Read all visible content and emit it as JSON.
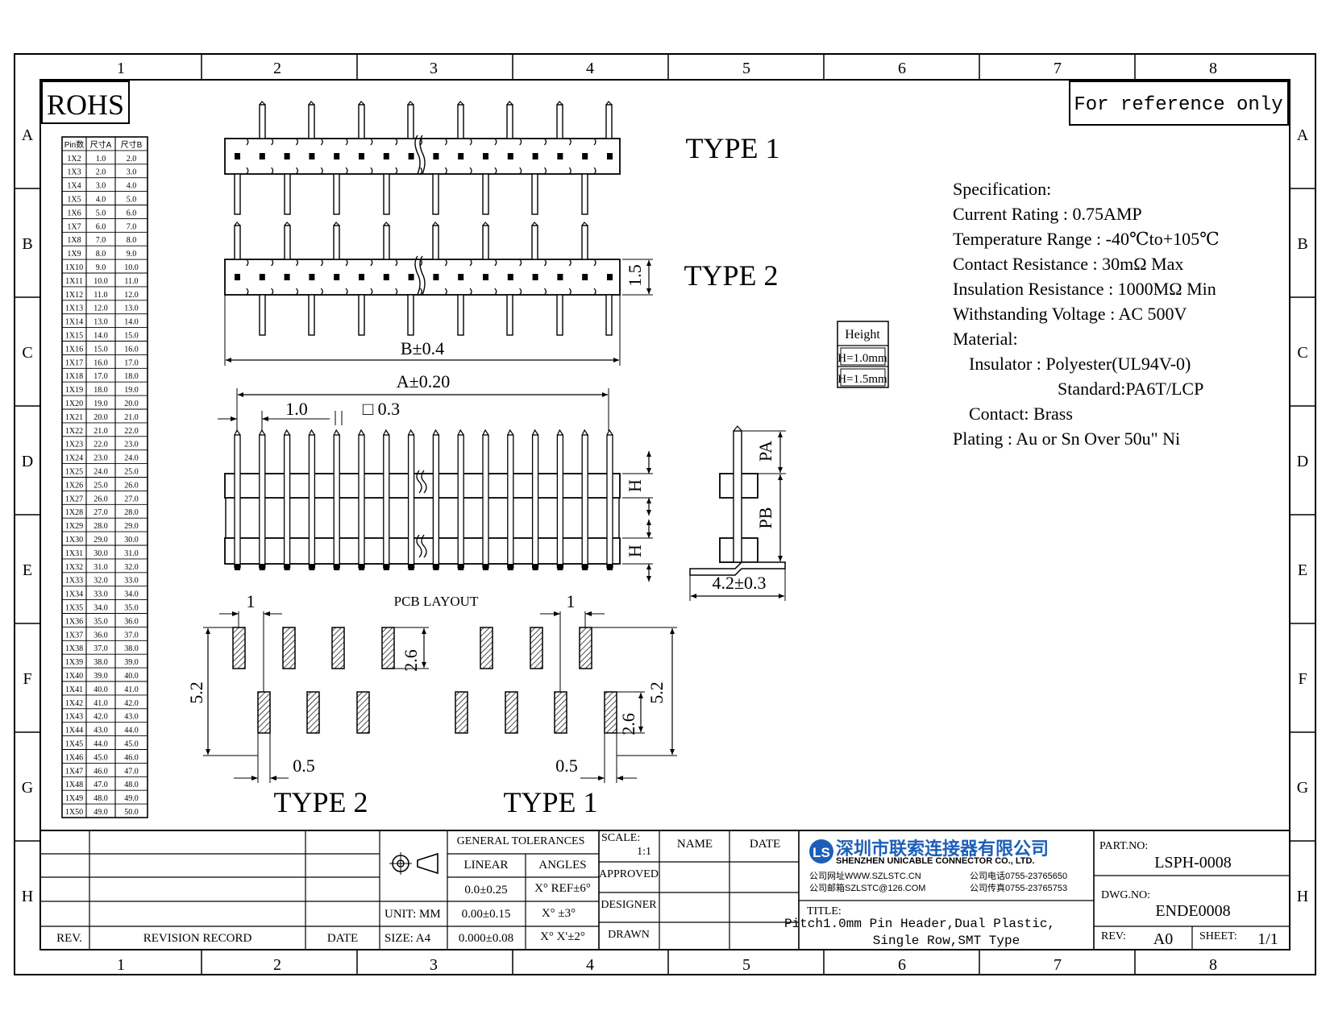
{
  "zones": {
    "columns": [
      "1",
      "2",
      "3",
      "4",
      "5",
      "6",
      "7",
      "8"
    ],
    "rows": [
      "A",
      "B",
      "C",
      "D",
      "E",
      "F",
      "G",
      "H"
    ]
  },
  "rohs": "ROHS",
  "reference_note": "For reference only",
  "pin_table": {
    "headers": [
      "Pin数",
      "尺寸A",
      "尺寸B"
    ],
    "rows": [
      [
        "1X2",
        "1.0",
        "2.0"
      ],
      [
        "1X3",
        "2.0",
        "3.0"
      ],
      [
        "1X4",
        "3.0",
        "4.0"
      ],
      [
        "1X5",
        "4.0",
        "5.0"
      ],
      [
        "1X6",
        "5.0",
        "6.0"
      ],
      [
        "1X7",
        "6.0",
        "7.0"
      ],
      [
        "1X8",
        "7.0",
        "8.0"
      ],
      [
        "1X9",
        "8.0",
        "9.0"
      ],
      [
        "1X10",
        "9.0",
        "10.0"
      ],
      [
        "1X11",
        "10.0",
        "11.0"
      ],
      [
        "1X12",
        "11.0",
        "12.0"
      ],
      [
        "1X13",
        "12.0",
        "13.0"
      ],
      [
        "1X14",
        "13.0",
        "14.0"
      ],
      [
        "1X15",
        "14.0",
        "15.0"
      ],
      [
        "1X16",
        "15.0",
        "16.0"
      ],
      [
        "1X17",
        "16.0",
        "17.0"
      ],
      [
        "1X18",
        "17.0",
        "18.0"
      ],
      [
        "1X19",
        "18.0",
        "19.0"
      ],
      [
        "1X20",
        "19.0",
        "20.0"
      ],
      [
        "1X21",
        "20.0",
        "21.0"
      ],
      [
        "1X22",
        "21.0",
        "22.0"
      ],
      [
        "1X23",
        "22.0",
        "23.0"
      ],
      [
        "1X24",
        "23.0",
        "24.0"
      ],
      [
        "1X25",
        "24.0",
        "25.0"
      ],
      [
        "1X26",
        "25.0",
        "26.0"
      ],
      [
        "1X27",
        "26.0",
        "27.0"
      ],
      [
        "1X28",
        "27.0",
        "28.0"
      ],
      [
        "1X29",
        "28.0",
        "29.0"
      ],
      [
        "1X30",
        "29.0",
        "30.0"
      ],
      [
        "1X31",
        "30.0",
        "31.0"
      ],
      [
        "1X32",
        "31.0",
        "32.0"
      ],
      [
        "1X33",
        "32.0",
        "33.0"
      ],
      [
        "1X34",
        "33.0",
        "34.0"
      ],
      [
        "1X35",
        "34.0",
        "35.0"
      ],
      [
        "1X36",
        "35.0",
        "36.0"
      ],
      [
        "1X37",
        "36.0",
        "37.0"
      ],
      [
        "1X38",
        "37.0",
        "38.0"
      ],
      [
        "1X39",
        "38.0",
        "39.0"
      ],
      [
        "1X40",
        "39.0",
        "40.0"
      ],
      [
        "1X41",
        "40.0",
        "41.0"
      ],
      [
        "1X42",
        "41.0",
        "42.0"
      ],
      [
        "1X43",
        "42.0",
        "43.0"
      ],
      [
        "1X44",
        "43.0",
        "44.0"
      ],
      [
        "1X45",
        "44.0",
        "45.0"
      ],
      [
        "1X46",
        "45.0",
        "46.0"
      ],
      [
        "1X47",
        "46.0",
        "47.0"
      ],
      [
        "1X48",
        "47.0",
        "48.0"
      ],
      [
        "1X49",
        "48.0",
        "49.0"
      ],
      [
        "1X50",
        "49.0",
        "50.0"
      ]
    ]
  },
  "views": {
    "type1_label": "TYPE 1",
    "type2_label": "TYPE 2",
    "dim_b": "B±0.4",
    "dim_a": "A±0.20",
    "dim_pitch": "1.0",
    "dim_pin": "□ 0.3",
    "dim_height": "1.5",
    "dim_h1": "H",
    "dim_h2": "H",
    "dim_pa": "PA",
    "dim_pb": "PB",
    "dim_width": "4.2±0.3",
    "pcb_layout": "PCB LAYOUT",
    "pcb_type2_label": "TYPE 2",
    "pcb_type1_label": "TYPE 1",
    "pcb_pitch": "1",
    "pcb_pad_len": "2.6",
    "pcb_span": "5.2",
    "pcb_pad_w": "0.5"
  },
  "height_table": {
    "header": "Height",
    "rows": [
      "H=1.0mm",
      "H=1.5mm"
    ]
  },
  "specification": {
    "lines": [
      "Specification:",
      "Current Rating : 0.75AMP",
      "Temperature Range : -40℃to+105℃",
      "Contact Resistance : 30mΩ Max",
      "Insulation Resistance : 1000MΩ Min",
      "Withstanding Voltage : AC 500V",
      "Material:",
      "  Insulator : Polyester(UL94V-0)",
      "            Standard:PA6T/LCP",
      "  Contact: Brass",
      "Plating : Au or Sn Over 50u\" Ni"
    ]
  },
  "title_block": {
    "rev_header": "REV.",
    "revision_record": "REVISION RECORD",
    "date_header": "DATE",
    "unit": "UNIT: MM",
    "size": "SIZE: A4",
    "general_tolerances": "GENERAL TOLERANCES",
    "linear": "LINEAR",
    "angles": "ANGLES",
    "tol_lin": [
      "0.0±0.25",
      "0.00±0.15",
      "0.000±0.08"
    ],
    "tol_ang": [
      "X° REF±6°",
      "X° ±3°",
      "X° X'±2°"
    ],
    "scale_label": "SCALE:",
    "scale_value": "1:1",
    "name": "NAME",
    "date": "DATE",
    "approved": "APPROVED",
    "designer": "DESIGNER",
    "drawn": "DRAWN",
    "company_cn": "深圳市联索连接器有限公司",
    "company_en": "SHENZHEN UNICABLE CONNECTOR CO., LTD.",
    "company_web": "公司网址WWW.SZLSTC.CN",
    "company_tel": "公司电话0755-23765650",
    "company_mail": "公司邮箱SZLSTC@126.COM",
    "company_fax": "公司传真0755-23765753",
    "title_label": "TITLE:",
    "title_line1": "Pitch1.0mm Pin Header,Dual Plastic,",
    "title_line2": "Single Row,SMT Type",
    "part_no_label": "PART.NO:",
    "part_no": "LSPH-0008",
    "dwg_no_label": "DWG.NO:",
    "dwg_no": "ENDE0008",
    "rev_label": "REV:",
    "rev_value": "A0",
    "sheet_label": "SHEET:",
    "sheet_value": "1/1"
  }
}
